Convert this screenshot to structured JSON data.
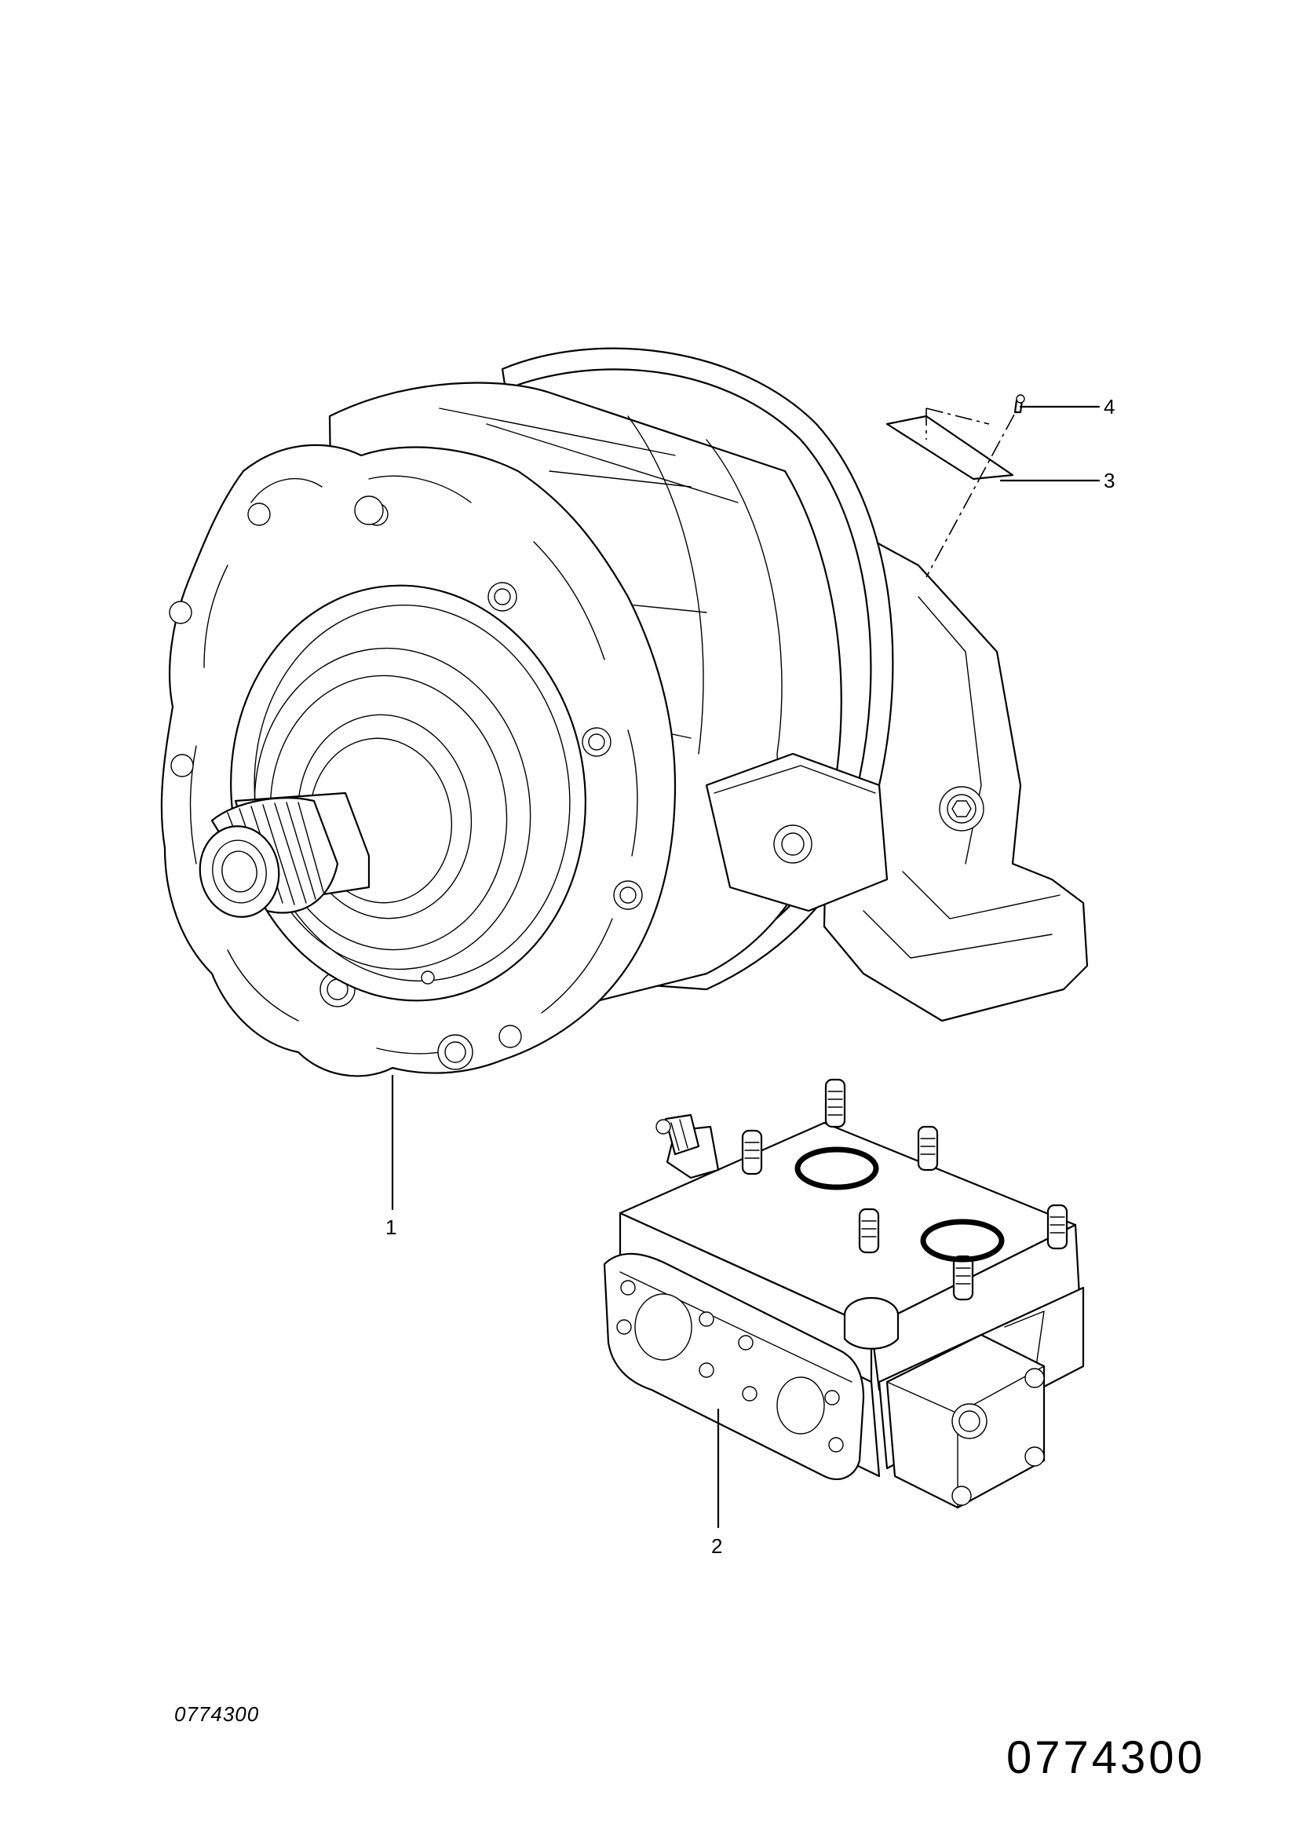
{
  "diagram": {
    "callouts": [
      {
        "id": "1",
        "label": "1"
      },
      {
        "id": "2",
        "label": "2"
      },
      {
        "id": "3",
        "label": "3"
      },
      {
        "id": "4",
        "label": "4"
      }
    ],
    "reference_small": "0774300",
    "reference_large": "0774300"
  }
}
